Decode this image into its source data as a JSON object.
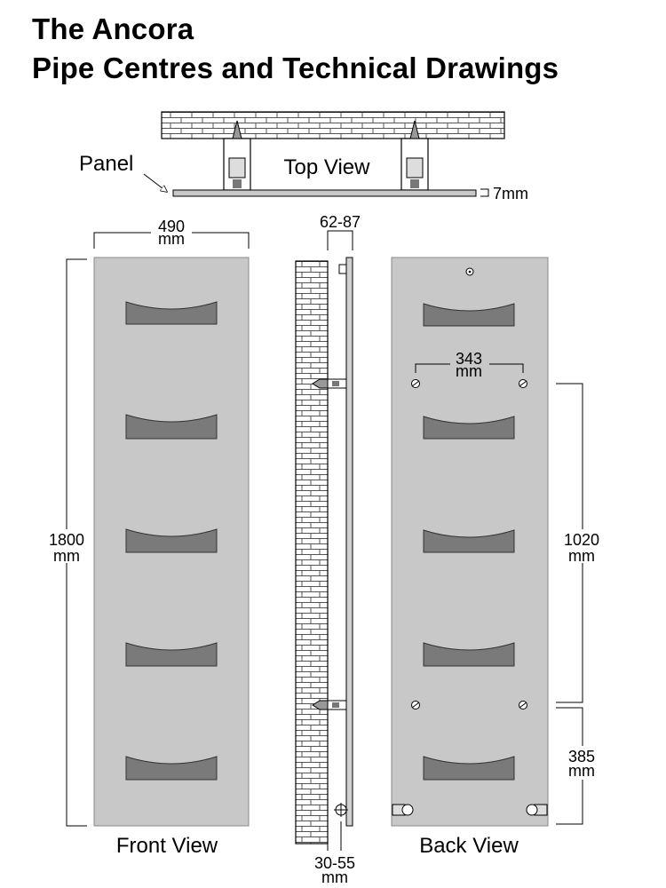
{
  "title": {
    "line1": "The Ancora",
    "line2": "Pipe Centres and Technical Drawings"
  },
  "labels": {
    "panel": "Panel",
    "top_view": "Top View",
    "front_view": "Front View",
    "back_view": "Back View"
  },
  "dimensions": {
    "panel_thickness": "7mm",
    "width_value": "490",
    "width_unit": "mm",
    "height_value": "1800",
    "height_unit": "mm",
    "wall_gap": "62-87",
    "pipe_offset_value": "30-55",
    "pipe_offset_unit": "mm",
    "bracket_spacing_value": "343",
    "bracket_spacing_unit": "mm",
    "bracket_vertical_value": "1020",
    "bracket_vertical_unit": "mm",
    "bottom_bracket_value": "385",
    "bottom_bracket_unit": "mm"
  },
  "colors": {
    "panel": "#c8c8c8",
    "slot": "#7a7a7a",
    "line": "#000000"
  }
}
